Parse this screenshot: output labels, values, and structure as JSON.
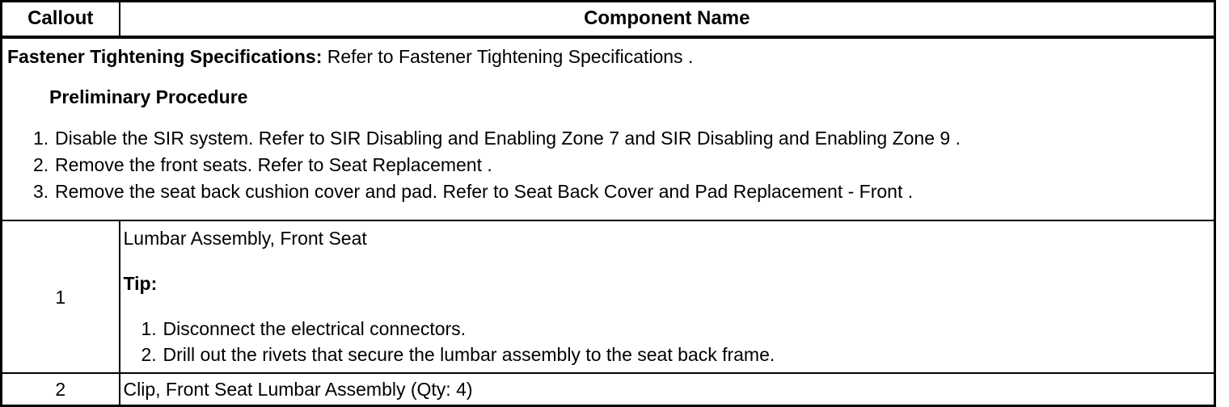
{
  "table": {
    "header": {
      "callout": "Callout",
      "component_name": "Component Name"
    },
    "preliminary": {
      "spec_label": "Fastener Tightening Specifications:",
      "spec_text": "Refer to Fastener Tightening Specifications .",
      "procedure_heading": "Preliminary Procedure",
      "steps": [
        {
          "num": "1.",
          "text": "Disable the SIR system. Refer to SIR Disabling and Enabling Zone 7 and SIR Disabling and Enabling Zone 9 ."
        },
        {
          "num": "2.",
          "text": "Remove the front seats. Refer to Seat Replacement ."
        },
        {
          "num": "3.",
          "text": "Remove the seat back cushion cover and pad. Refer to Seat Back Cover and Pad Replacement - Front ."
        }
      ]
    },
    "rows": [
      {
        "callout": "1",
        "component": "Lumbar Assembly, Front Seat",
        "tip_label": "Tip:",
        "tip_steps": [
          {
            "num": "1.",
            "text": "Disconnect the electrical connectors."
          },
          {
            "num": "2.",
            "text": "Drill out the rivets that secure the lumbar assembly to the seat back frame."
          }
        ]
      },
      {
        "callout": "2",
        "component": "Clip, Front Seat Lumbar Assembly (Qty: 4)"
      }
    ]
  }
}
